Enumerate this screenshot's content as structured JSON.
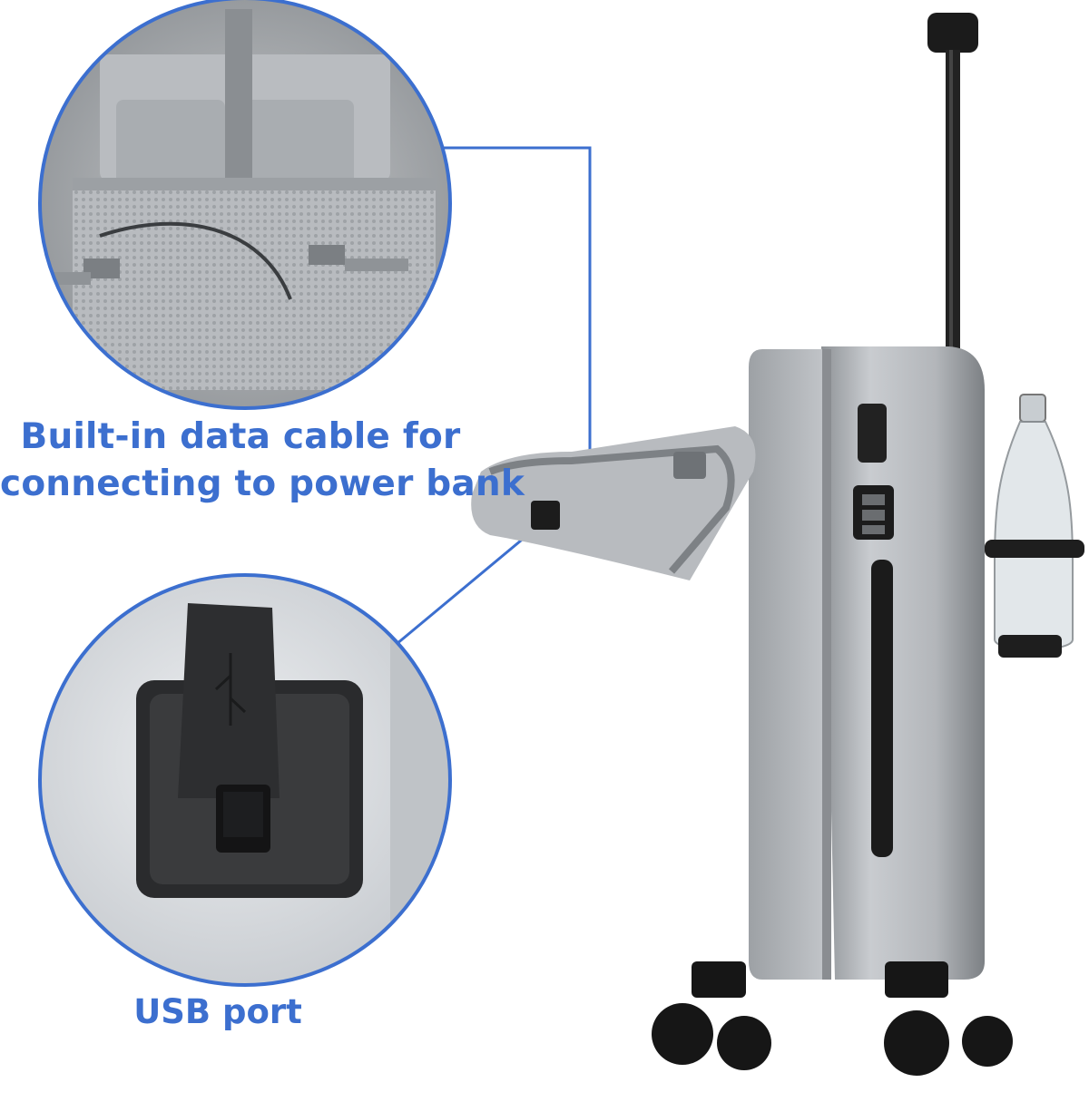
{
  "captions": {
    "cable_line_1": "Built-in data cable for",
    "cable_line_2": "connecting to power bank",
    "usb": "USB port"
  },
  "colors": {
    "accent": "#3c6fcf",
    "shell_silver": "#a9adb1",
    "background": "#ffffff",
    "handle_black": "#1b1b1b"
  },
  "icons": [
    "usb-icon"
  ]
}
